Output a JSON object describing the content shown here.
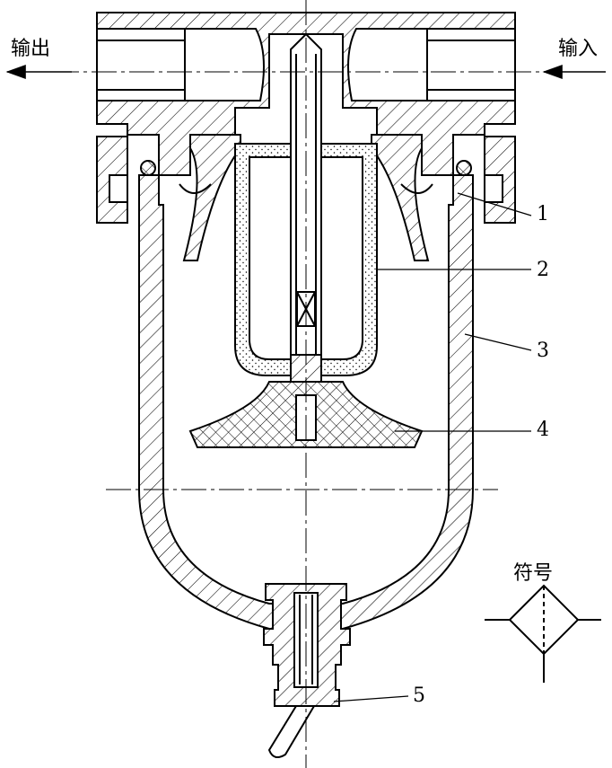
{
  "labels": {
    "output": "输出",
    "input": "输入",
    "symbol": "符号"
  },
  "parts": [
    "1",
    "2",
    "3",
    "4",
    "5"
  ],
  "colors": {
    "ink": "#000000",
    "paper": "#ffffff"
  }
}
